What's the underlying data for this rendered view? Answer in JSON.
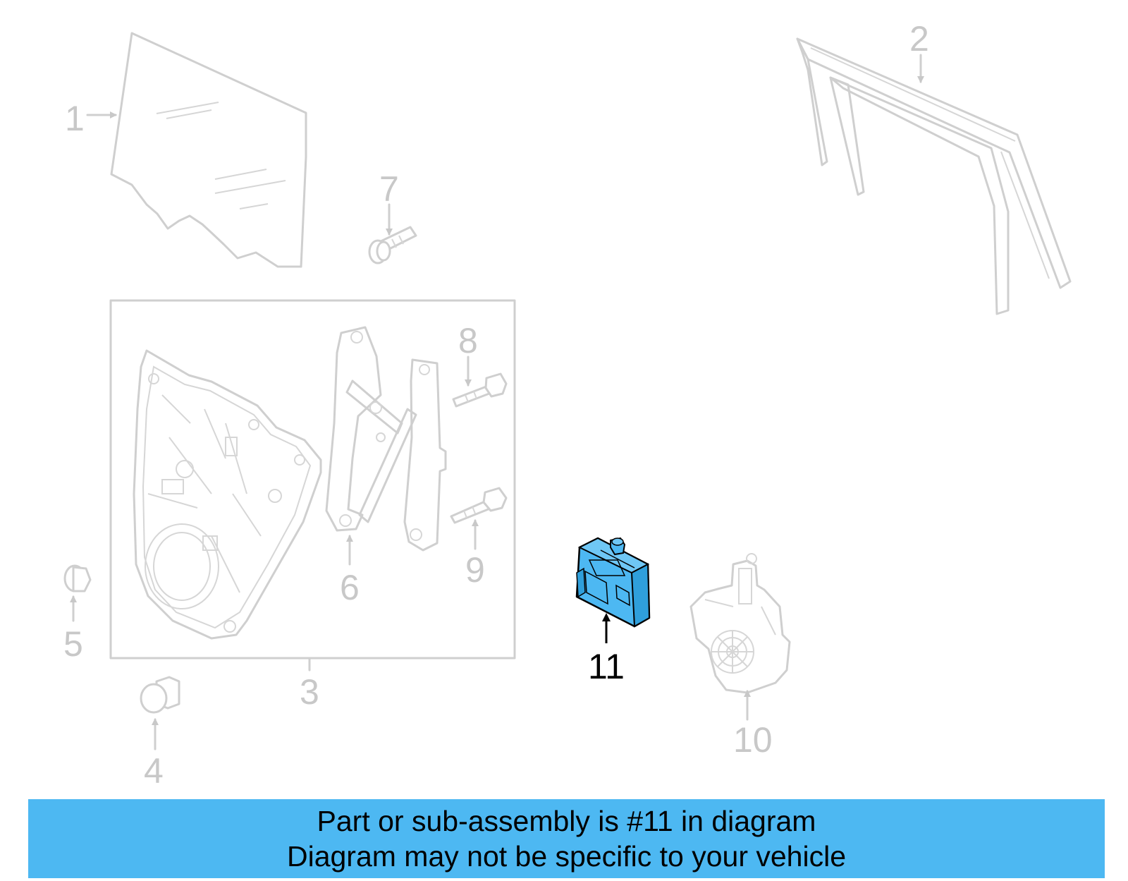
{
  "diagram": {
    "accent_color": "#4db8f2",
    "outline_color": "#cfcfcf",
    "highlighted_part": "11",
    "callouts": [
      "1",
      "2",
      "3",
      "4",
      "5",
      "6",
      "7",
      "8",
      "9",
      "10",
      "11"
    ]
  },
  "banner": {
    "line1": "Part or sub-assembly is #11 in diagram",
    "line2": "Diagram may not be specific to your vehicle"
  }
}
